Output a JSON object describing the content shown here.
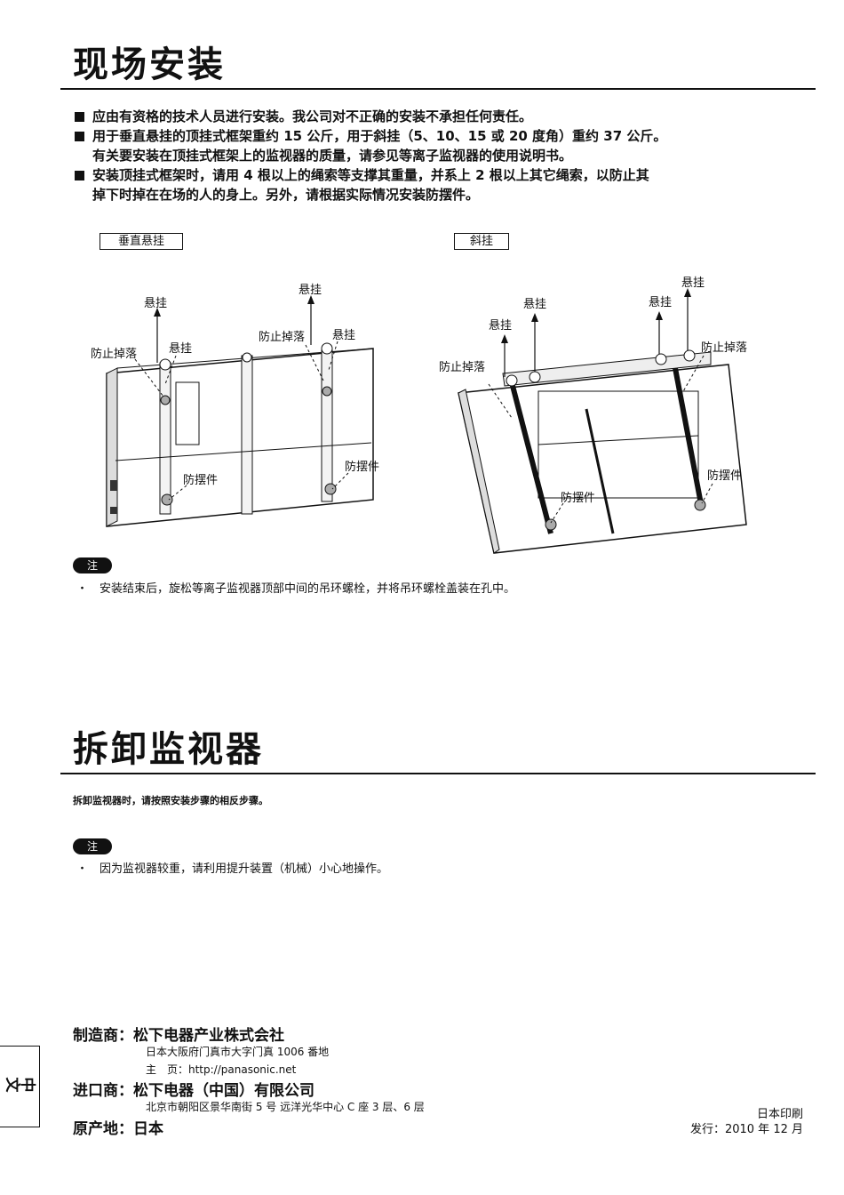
{
  "install": {
    "title": "现场安装",
    "bullets": [
      {
        "lines": [
          "应由有资格的技术人员进行安装。我公司对不正确的安装不承担任何责任。"
        ]
      },
      {
        "lines": [
          "用于垂直悬挂的顶挂式框架重约 15 公斤，用于斜挂（5、10、15 或 20 度角）重约 37 公斤。",
          "有关要安装在顶挂式框架上的监视器的质量，请参见等离子监视器的使用说明书。"
        ]
      },
      {
        "lines": [
          "安装顶挂式框架时，请用 4 根以上的绳索等支撑其重量，并系上 2 根以上其它绳索，以防止其",
          "掉下时掉在在场的人的身上。另外，请根据实际情况安装防摆件。"
        ]
      }
    ],
    "vertical": {
      "tag": "垂直悬挂",
      "hang": "悬挂",
      "fall_prevent": "防止掉落",
      "anti_swing": "防摆件"
    },
    "tilt": {
      "tag": "斜挂",
      "hang": "悬挂",
      "fall_prevent": "防止掉落",
      "anti_swing": "防摆件"
    },
    "note_label": "注",
    "note_text": "・　安装结束后，旋松等离子监视器顶部中间的吊环螺栓，并将吊环螺栓盖装在孔中。"
  },
  "remove": {
    "title": "拆卸监视器",
    "instruction": "拆卸监视器时，请按照安装步骤的相反步骤。",
    "note_label": "注",
    "note_text": "・　因为监视器较重，请利用提升装置（机械）小心地操作。"
  },
  "footer": {
    "manufacturer_label": "制造商：",
    "manufacturer_name": "松下电器产业株式会社",
    "manufacturer_address": "日本大阪府门真市大字门真 1006 番地",
    "homepage": "主　页：http://panasonic.net",
    "importer_label": "进口商：",
    "importer_name": "松下电器（中国）有限公司",
    "importer_address": "北京市朝阳区景华南街 5 号 远洋光华中心 C 座 3 层、6 层",
    "origin_label": "原产地：",
    "origin_value": "日本",
    "printed": "日本印刷",
    "issued": "发行：2010 年 12 月",
    "side_tab": "中文"
  }
}
